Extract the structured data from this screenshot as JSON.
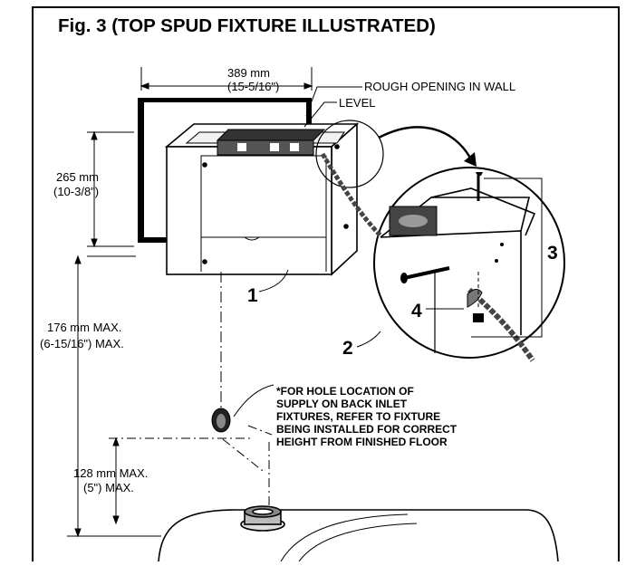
{
  "figure": {
    "title": "Fig. 3 (TOP SPUD FIXTURE ILLUSTRATED)"
  },
  "dimensions": {
    "width_mm": "389 mm",
    "width_in": "(15-5/16\")",
    "height_mm": "265 mm",
    "height_in": "(10-3/8\")",
    "drop_mm": "176 mm MAX.",
    "drop_in": "(6-15/16\") MAX.",
    "floor_mm": "128 mm MAX.",
    "floor_in": "(5\") MAX."
  },
  "callouts": {
    "rough_opening": "ROUGH OPENING IN WALL",
    "level": "LEVEL",
    "num_1": "1",
    "num_2": "2",
    "num_3": "3",
    "num_4": "4"
  },
  "note": {
    "lines": [
      "*FOR HOLE LOCATION OF",
      "SUPPLY ON BACK INLET",
      "FIXTURES, REFER TO FIXTURE",
      "BEING INSTALLED FOR CORRECT",
      "HEIGHT FROM FINISHED FLOOR"
    ]
  }
}
